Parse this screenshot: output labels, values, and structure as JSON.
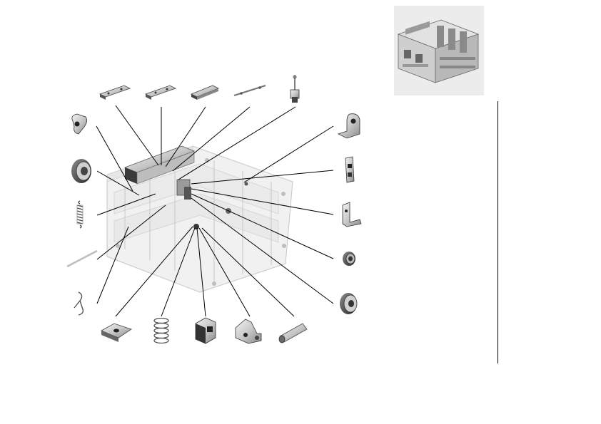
{
  "diagram": {
    "kind": "exploded-assembly",
    "leader_color": "#000000",
    "part_color": "#c9c9c9",
    "part_dark": "#4a4a4a",
    "parts": [
      {
        "id": "bracket-plate-1",
        "icon": "flat-bracket-icon"
      },
      {
        "id": "bracket-plate-2",
        "icon": "flat-bracket-icon"
      },
      {
        "id": "bracket-plate-3",
        "icon": "channel-bracket-icon"
      },
      {
        "id": "pin-shaft",
        "icon": "thin-shaft-icon"
      },
      {
        "id": "micro-switch",
        "icon": "micro-switch-icon"
      },
      {
        "id": "cam-lever",
        "icon": "cam-lever-icon"
      },
      {
        "id": "roller-wheel",
        "icon": "roller-wheel-icon"
      },
      {
        "id": "tension-spring",
        "icon": "tension-spring-icon"
      },
      {
        "id": "long-rod",
        "icon": "rod-icon"
      },
      {
        "id": "hairpin-clip",
        "icon": "hairpin-clip-icon"
      },
      {
        "id": "mounting-bracket",
        "icon": "angle-bracket-icon"
      },
      {
        "id": "switch-plate",
        "icon": "switch-plate-icon"
      },
      {
        "id": "hook-bracket",
        "icon": "hook-bracket-icon"
      },
      {
        "id": "small-bushing",
        "icon": "bushing-icon"
      },
      {
        "id": "pulley-wheel",
        "icon": "pulley-wheel-icon"
      },
      {
        "id": "slotted-washer",
        "icon": "slotted-washer-icon"
      },
      {
        "id": "compression-spring",
        "icon": "compression-spring-icon"
      },
      {
        "id": "latch-block",
        "icon": "latch-block-icon"
      },
      {
        "id": "clevis-latch",
        "icon": "clevis-latch-icon"
      },
      {
        "id": "cylinder-pin",
        "icon": "cylinder-pin-icon"
      }
    ]
  },
  "thumbnail": {
    "icon": "breaker-assembly-thumbnail-icon"
  }
}
